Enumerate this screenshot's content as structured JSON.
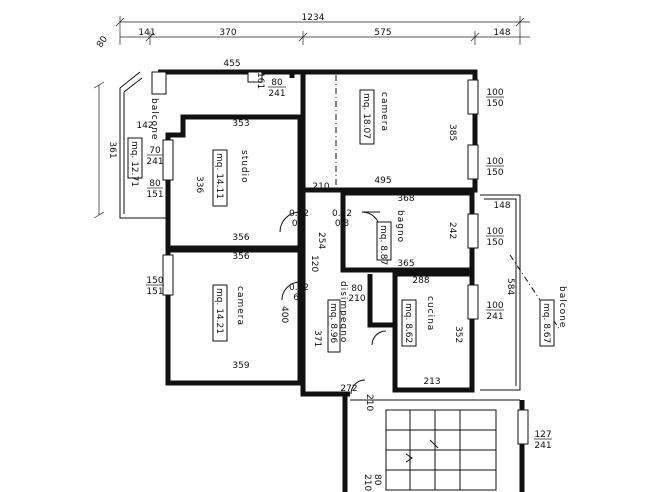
{
  "overall_dimensions": {
    "total": "1234",
    "segments": [
      "141",
      "370",
      "575",
      "148"
    ],
    "left_height": "361",
    "corner": "80"
  },
  "rooms": [
    {
      "name": "balcone",
      "area": "mq. 12.71"
    },
    {
      "name": "camera",
      "area": "mq. 18.07"
    },
    {
      "name": "studio",
      "area": "mq. 14.11"
    },
    {
      "name": "bagno",
      "area": "mq. 8.87"
    },
    {
      "name": "camera",
      "area": "mq. 14.21"
    },
    {
      "name": "disimpegno",
      "area": "mq. 8.96"
    },
    {
      "name": "cucina",
      "area": "mq. 8.62"
    },
    {
      "name": "balcone",
      "area": "mq. 8.67"
    }
  ],
  "room_dimensions": {
    "balcone_top": "455",
    "balcone_left": "142",
    "balcone_right": "161",
    "studio_top": "353",
    "studio_side": "336",
    "studio_bottom": "356",
    "camera1_side": "385",
    "camera1_bottom": "495",
    "bagno_top": "368",
    "bagno_side": "242",
    "bagno_bottom": "365",
    "camera2_top": "356",
    "camera2_side": "400",
    "camera2_bottom": "359",
    "cucina_top": "288",
    "cucina_side": "352",
    "cucina_bottom": "213",
    "corridor_width": "210",
    "corridor_a": "254",
    "corridor_b": "120",
    "corridor_c": "371",
    "balcone2_top": "148",
    "balcone2_side": "584",
    "bottom_272": "272",
    "bottom_210": "210"
  },
  "openings": [
    {
      "value": "80",
      "sub": "241"
    },
    {
      "value": "70",
      "sub": "241"
    },
    {
      "value": "80",
      "sub": "151"
    },
    {
      "value": "100",
      "sub": "150"
    },
    {
      "value": "100",
      "sub": "150"
    },
    {
      "value": "100",
      "sub": "150"
    },
    {
      "value": "150",
      "sub": "151"
    },
    {
      "value": "100",
      "sub": "241"
    },
    {
      "value": "127",
      "sub": "241"
    },
    {
      "value": "80",
      "sub": "210"
    },
    {
      "value": "80",
      "sub": "210"
    }
  ],
  "doors": [
    {
      "value": "0.72",
      "sub": "0.8"
    },
    {
      "value": "0.72",
      "sub": "0.8"
    },
    {
      "value": "0.72",
      "sub": "62"
    }
  ]
}
